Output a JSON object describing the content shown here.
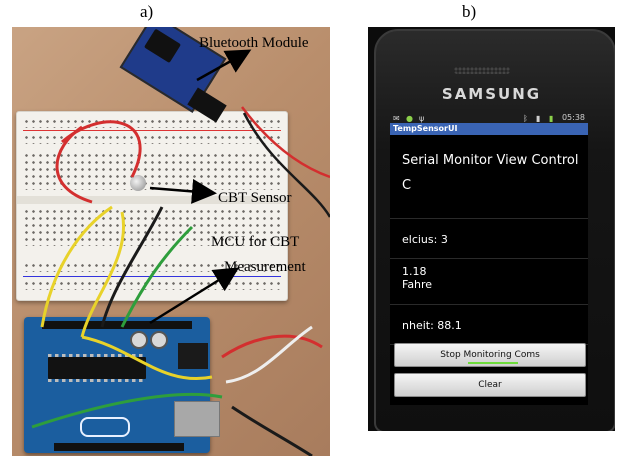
{
  "panels": {
    "a": {
      "label": "a)",
      "callouts": {
        "bluetooth": "Bluetooth Module",
        "sensor": "CBT Sensor",
        "mcu_line1": "MCU for CBT",
        "mcu_line2": "Measurement"
      }
    },
    "b": {
      "label": "b)",
      "phone_brand": "SAMSUNG",
      "status_time": "05:38",
      "app_title": "TempSensorUI",
      "screen": {
        "heading": "Serial Monitor View Control",
        "unit": "C",
        "line1": "elcius: 3",
        "line2a": "1.18",
        "line2b": "Fahre",
        "line3": "nheit: 88.1"
      },
      "buttons": {
        "stop": "Stop Monitoring Coms",
        "clear": "Clear"
      }
    }
  },
  "colors": {
    "wire_red": "#d32f2f",
    "wire_yellow": "#e8d22a",
    "wire_green": "#2e9e3c",
    "wire_black": "#1a1a1a",
    "wire_white": "#eeeeee",
    "arduino_blue": "#1b5e9f",
    "android_titlebar": "#3a64b4"
  }
}
